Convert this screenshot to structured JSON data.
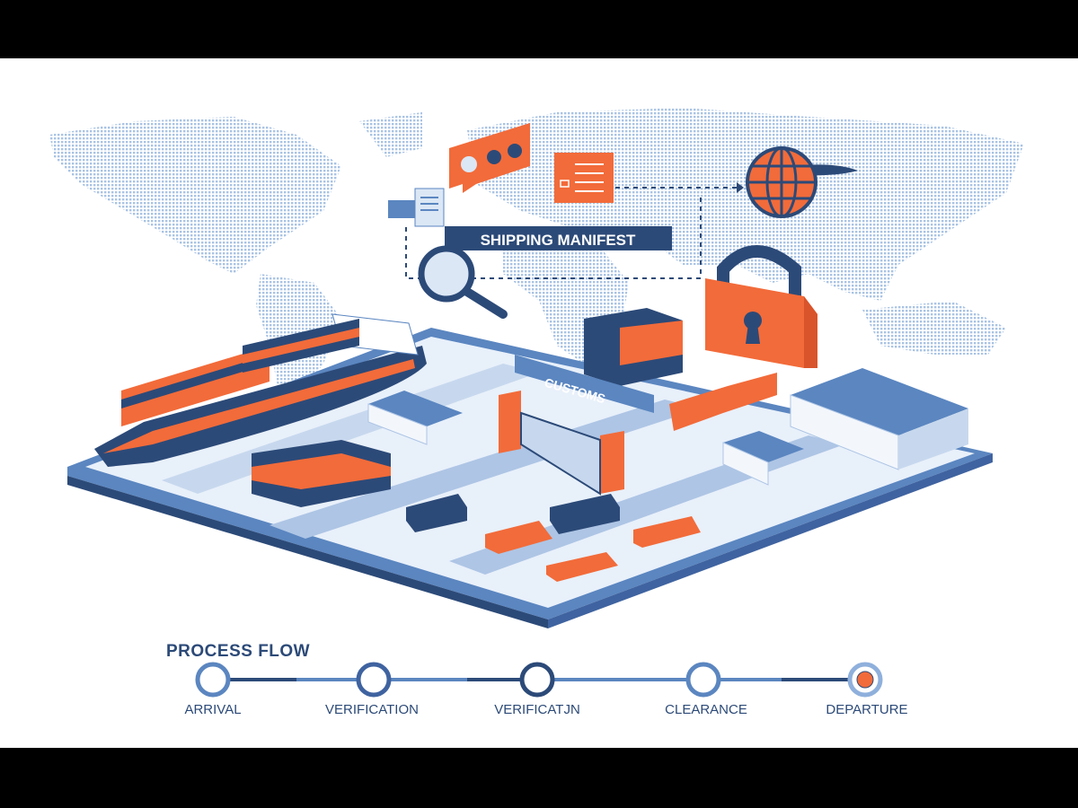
{
  "illustration": {
    "manifest_label": "SHIPPING MANIFEST",
    "customs_label": "CUSTOMS",
    "icons": [
      "chat-bubble-icon",
      "document-icon",
      "checklist-icon",
      "globe-plane-icon",
      "magnifier-icon",
      "padlock-icon",
      "cargo-ship-icon",
      "truck-icon",
      "warehouse-icon"
    ],
    "colors": {
      "navy": "#2c4a78",
      "blue": "#5b86c0",
      "light_blue": "#dbe7f5",
      "orange": "#f26b3a"
    }
  },
  "process_flow": {
    "title": "PROCESS FLOW",
    "steps": [
      {
        "label": "ARRIVAL"
      },
      {
        "label": "VERIFICATION"
      },
      {
        "label": "VERIFICATJN"
      },
      {
        "label": "CLEARANCE"
      },
      {
        "label": "DEPARTURE"
      }
    ]
  }
}
